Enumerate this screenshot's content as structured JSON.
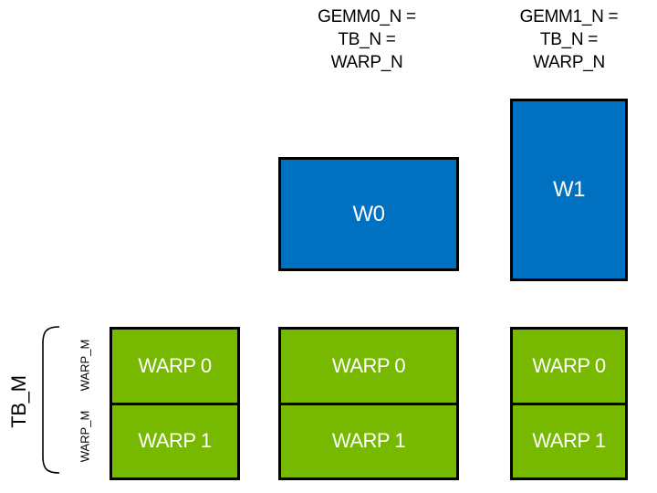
{
  "colors": {
    "blue": "#0070C0",
    "green": "#76B900",
    "border": "#000000",
    "text_dark": "#000000",
    "text_light": "#FFFFFF"
  },
  "headers": {
    "gemm0": [
      "GEMM0_N =",
      "TB_N =",
      "WARP_N"
    ],
    "gemm1": [
      "GEMM1_N =",
      "TB_N =",
      "WARP_N"
    ]
  },
  "accumulators": {
    "w0": "W0",
    "w1": "W1"
  },
  "tiles": {
    "tb0": [
      "WARP 0",
      "WARP 1"
    ],
    "tb1": [
      "WARP 0",
      "WARP 1"
    ],
    "tb2": [
      "WARP 0",
      "WARP 1"
    ]
  },
  "side_labels": {
    "tb_m": "TB_M",
    "warp_m_top": "WARP_M",
    "warp_m_bottom": "WARP_M"
  }
}
